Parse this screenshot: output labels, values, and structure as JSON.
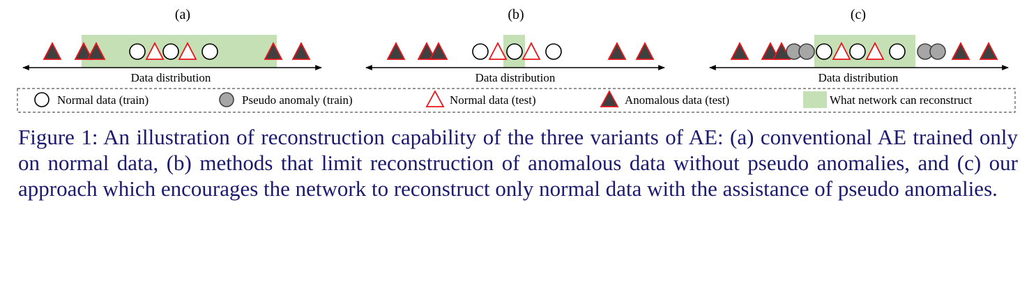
{
  "panels": [
    {
      "label": "(a)",
      "axis_label": "Data distribution"
    },
    {
      "label": "(b)",
      "axis_label": "Data distribution"
    },
    {
      "label": "(c)",
      "axis_label": "Data distribution"
    }
  ],
  "legend": {
    "normal_train": "Normal data (train)",
    "pseudo_anomaly": "Pseudo anomaly (train)",
    "normal_test": "Normal data (test)",
    "anomalous_test": "Anomalous data (test)",
    "reconstruct": "What network can reconstruct"
  },
  "colors": {
    "reconstruct_fill": "#c5e0b4",
    "triangle_red": "#e8161b",
    "triangle_dark": "#404040",
    "pseudo_gray": "#a6a6a6",
    "caption_text": "#1a1a6e"
  },
  "caption": "Figure 1: An illustration of reconstruction capability of the three variants of AE: (a) conventional AE trained only on normal data, (b) methods that limit reconstruction of anomalous data without pseudo anomalies, and (c) our approach which encourages the network to reconstruct only normal data with the assistance of pseudo anomalies."
}
